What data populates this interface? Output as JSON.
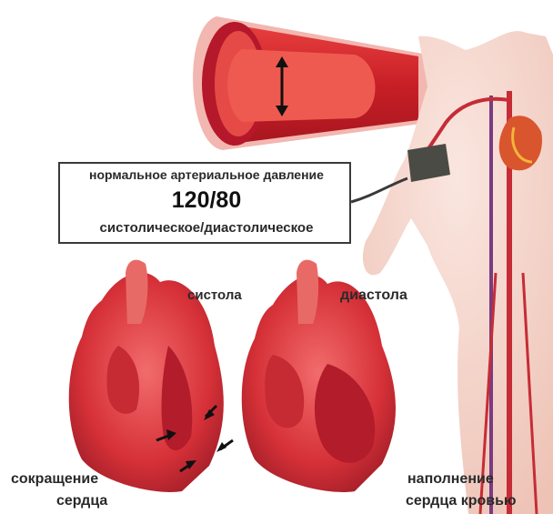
{
  "bp_box": {
    "title": "нормальное артериальное давление",
    "value": "120/80",
    "subtitle": "систолическое/диастолическое"
  },
  "labels": {
    "systole": "систола",
    "diastole": "диастола",
    "contraction_line1": "сокращение",
    "contraction_line2": "сердца",
    "filling_line1": "наполнение",
    "filling_line2": "сердца кровью"
  },
  "colors": {
    "vessel": "#d6262b",
    "vessel_inner": "#f0504a",
    "skin": "#f4d5cc",
    "heart_dark": "#b0202a",
    "heart_light": "#f06a6a",
    "cuff": "#4a4a44",
    "arrow": "#111111"
  },
  "icons": [
    "artery-section",
    "human-torso",
    "bp-cuff",
    "heart-systole",
    "heart-diastole",
    "contraction-arrow"
  ]
}
